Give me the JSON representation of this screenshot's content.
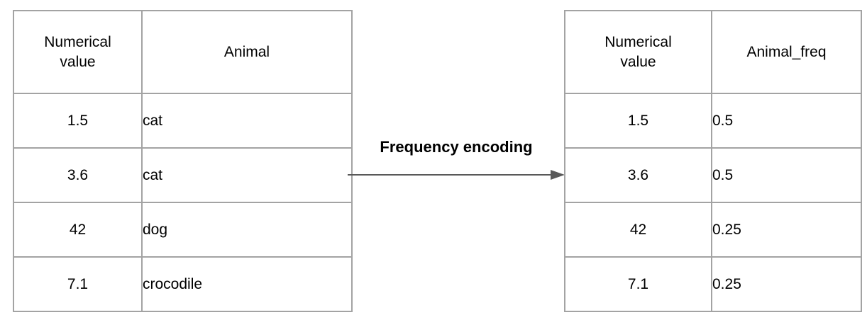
{
  "diagram": {
    "arrow_label": "Frequency encoding",
    "arrow_icon": "right-arrow-icon",
    "colors": {
      "arrow": "#595959",
      "table_border": "#a3a3a3",
      "text": "#000000",
      "background": "#ffffff"
    }
  },
  "left_table": {
    "columns": [
      "Numerical value",
      "Animal"
    ],
    "rows": [
      [
        "1.5",
        "cat"
      ],
      [
        "3.6",
        "cat"
      ],
      [
        "42",
        "dog"
      ],
      [
        "7.1",
        "crocodile"
      ]
    ]
  },
  "right_table": {
    "columns": [
      "Numerical value",
      "Animal_freq"
    ],
    "rows": [
      [
        "1.5",
        "0.5"
      ],
      [
        "3.6",
        "0.5"
      ],
      [
        "42",
        "0.25"
      ],
      [
        "7.1",
        "0.25"
      ]
    ]
  }
}
